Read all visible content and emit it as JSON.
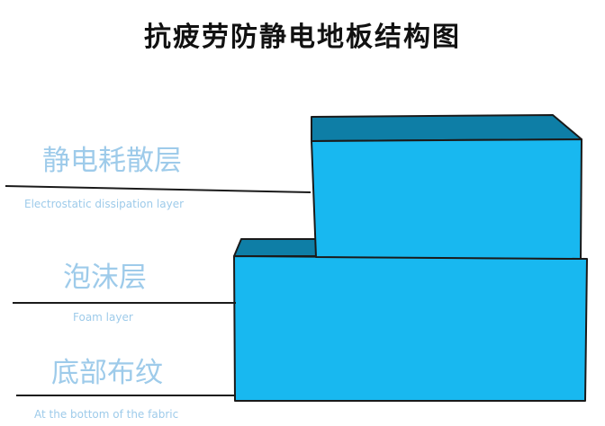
{
  "title": "抗疲劳防静电地板结构图",
  "layers": [
    {
      "name_cn": "静电耗散层",
      "name_en": "Electrostatic dissipation layer"
    },
    {
      "name_cn": "泡沫层",
      "name_en": "Foam layer"
    },
    {
      "name_cn": "底部布纹",
      "name_en": "At the bottom of the fabric"
    }
  ],
  "colors": {
    "block_front": "#18b8f0",
    "block_top": "#0e7ea6",
    "label_text": "#9ecbea",
    "line": "#1a1a1a"
  }
}
